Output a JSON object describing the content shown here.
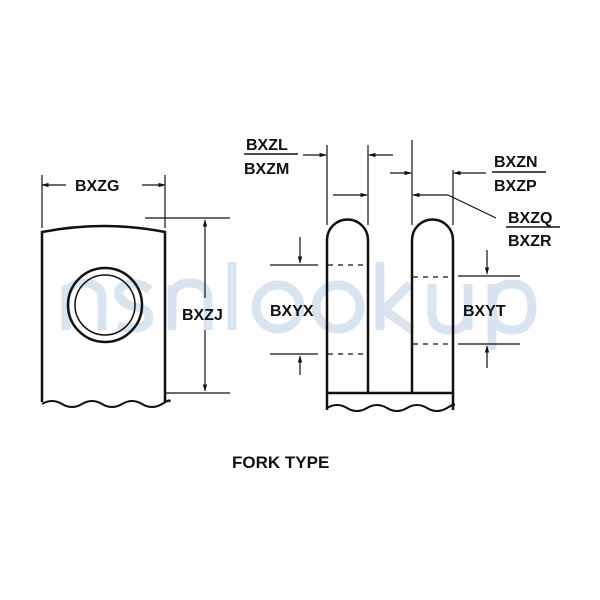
{
  "watermark": "nsnlookup",
  "title": "FORK TYPE",
  "labels": {
    "bxzg": "BXZG",
    "bxzj": "BXZJ",
    "bxzl": "BXZL",
    "bxzm": "BXZM",
    "bxzn": "BXZN",
    "bxzp": "BXZP",
    "bxzq": "BXZQ",
    "bxzr": "BXZR",
    "bxyx": "BXYX",
    "bxyt": "BXYT"
  }
}
